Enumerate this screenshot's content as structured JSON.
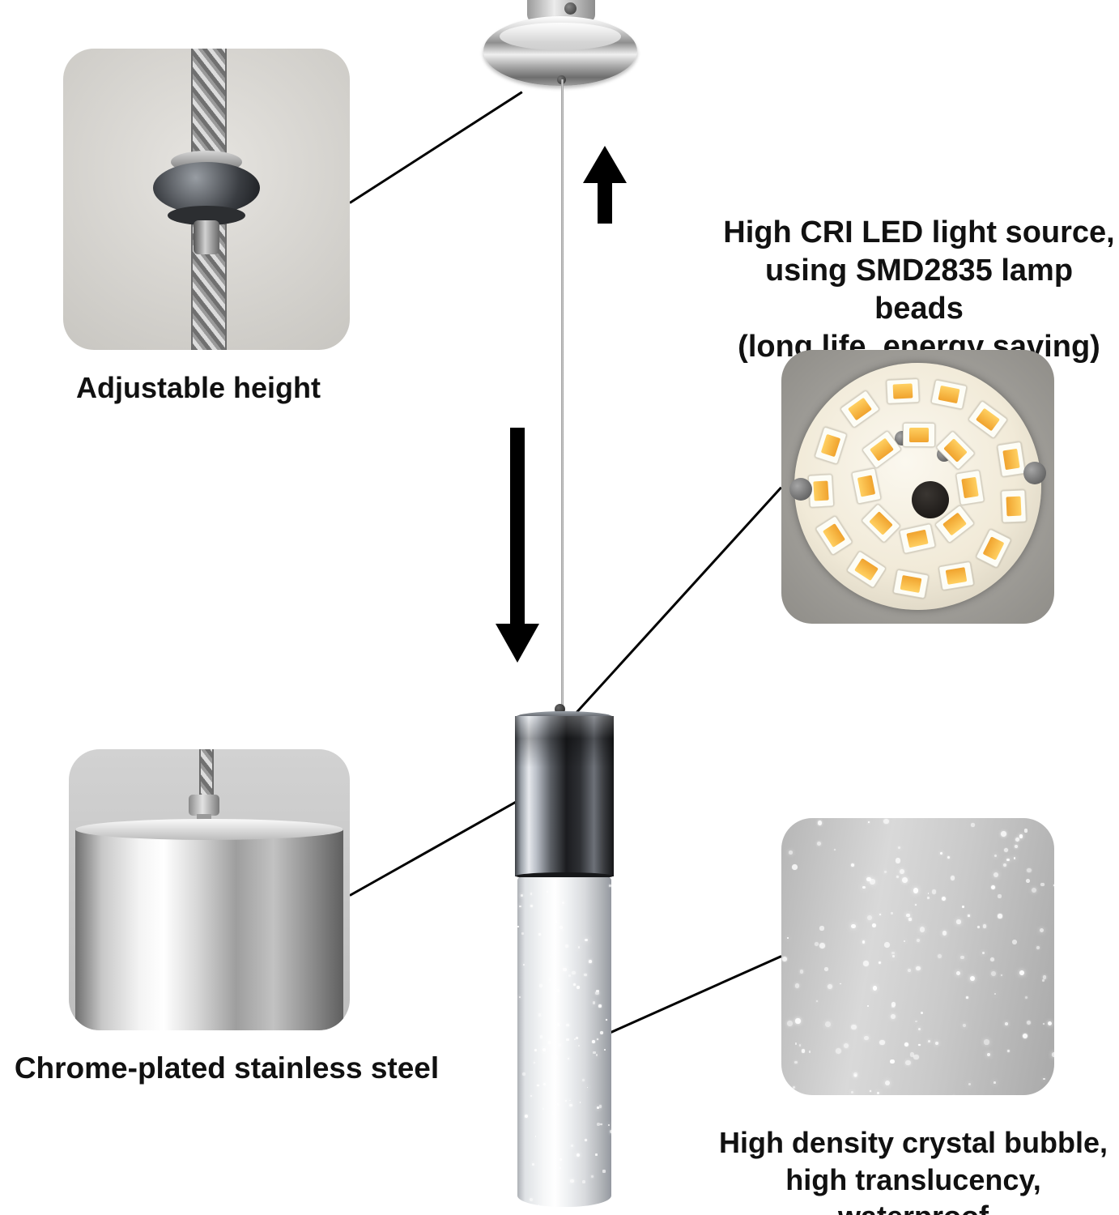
{
  "callouts": {
    "adjustable_height": {
      "label": "Adjustable height"
    },
    "led": {
      "lines": [
        "High CRI LED light source,",
        "using SMD2835 lamp beads",
        "(long life, energy saving)"
      ]
    },
    "chrome": {
      "label": "Chrome-plated stainless steel"
    },
    "bubble": {
      "lines": [
        "High density crystal bubble,",
        "high translucency, waterproof"
      ]
    }
  },
  "icons": {
    "up_arrow": "up-arrow-icon",
    "down_arrow": "down-arrow-icon"
  },
  "colors": {
    "background": "#ffffff",
    "text": "#111111",
    "arrow": "#000000",
    "callout_line": "#000000",
    "led_chip": "#f3a63a",
    "chrome_light": "#f4f4f4",
    "chrome_dark": "#17181a"
  }
}
